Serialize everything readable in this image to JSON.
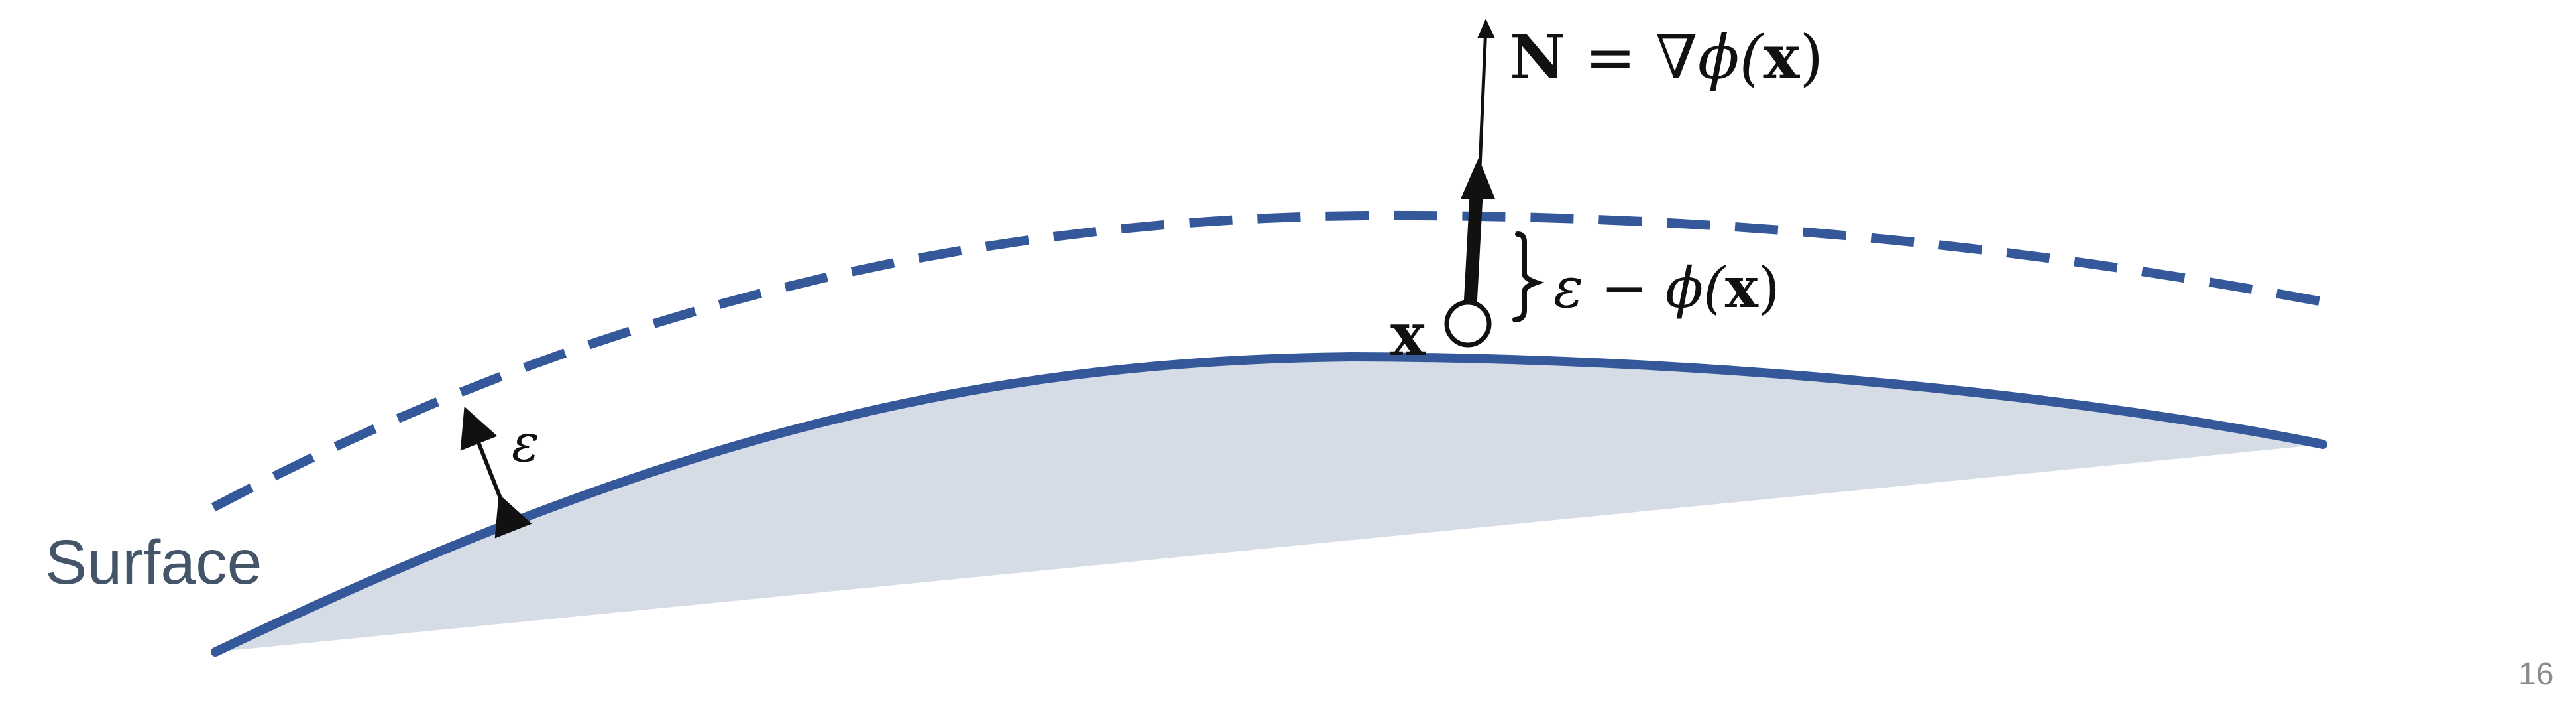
{
  "diagram": {
    "surface_label": "Surface",
    "epsilon_label": "ε",
    "point_label": "x",
    "normal_label": {
      "lhs": "N",
      "rhs_prefix": " = ∇ϕ(",
      "arg": "x",
      "rhs_suffix": ")"
    },
    "distance_label": {
      "prefix": "ε − ϕ(",
      "arg": "x",
      "suffix": ")"
    }
  },
  "page_number": "16",
  "colors": {
    "surface_line": "#34589a",
    "offset_line": "#34589a",
    "surface_fill": "#d6dce6",
    "surface_label": "#445469",
    "annotation": "#111111",
    "page_number": "#8b8b8b"
  }
}
